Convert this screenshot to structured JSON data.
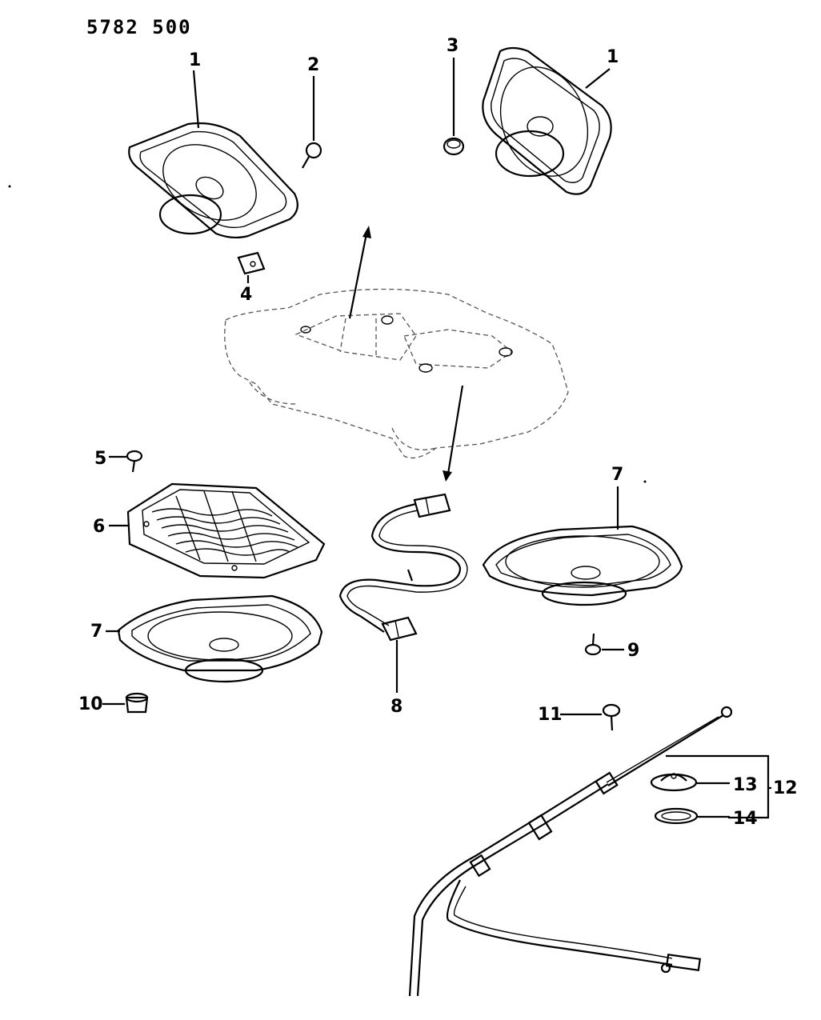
{
  "header": {
    "code": "5782  500"
  },
  "callouts": {
    "c1a": "1",
    "c1b": "1",
    "c2": "2",
    "c3": "3",
    "c4": "4",
    "c5": "5",
    "c6": "6",
    "c7a": "7",
    "c7b": "7",
    "c8": "8",
    "c9": "9",
    "c10": "10",
    "c11": "11",
    "c12": "12",
    "c13": "13",
    "c14": "14"
  },
  "colors": {
    "ink": "#000000",
    "paper": "#ffffff",
    "outline": "#555555"
  }
}
